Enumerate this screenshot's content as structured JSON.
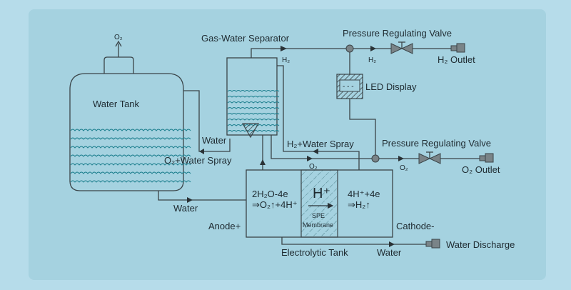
{
  "diagram": {
    "title": "SPE Electrolysis Hydrogen Generator Schematic",
    "labels": {
      "o2_top": "O₂",
      "water_tank": "Water Tank",
      "gas_water_separator": "Gas-Water Separator",
      "h2_sep": "H₂",
      "prv_top": "Pressure Regulating Valve",
      "h2_after_node": "H₂",
      "h2_outlet": "H₂ Outlet",
      "led_display": "LED Display",
      "water_return": "Water",
      "o2_water_spray": "O₂+Water Spray",
      "h2_water_spray": "H₂+Water Spray",
      "o2_pipe": "O₂",
      "prv_bottom": "Pressure Regulating Valve",
      "o2_after_node": "O₂",
      "o2_outlet": "O₂ Outlet",
      "water_feed": "Water",
      "anode": "Anode+",
      "cathode": "Cathode-",
      "anode_eq_1": "2H₂O-4e",
      "anode_eq_2": "⇒O₂↑+4H⁺",
      "h_plus": "H⁺",
      "spe": "SPE",
      "membrane": "Membrane",
      "cathode_eq_1": "4H⁺+4e",
      "cathode_eq_2": "⇒H₂↑",
      "electrolytic_tank": "Electrolytic Tank",
      "water_discharge_label": "Water",
      "water_discharge": "Water Discharge",
      "led_readout": "- - -"
    },
    "colors": {
      "background": "#b6dcea",
      "panel": "#a5d2e0",
      "line": "#3a4448",
      "water_wave": "#1d7f8e",
      "fitting": "#7a8488"
    }
  }
}
